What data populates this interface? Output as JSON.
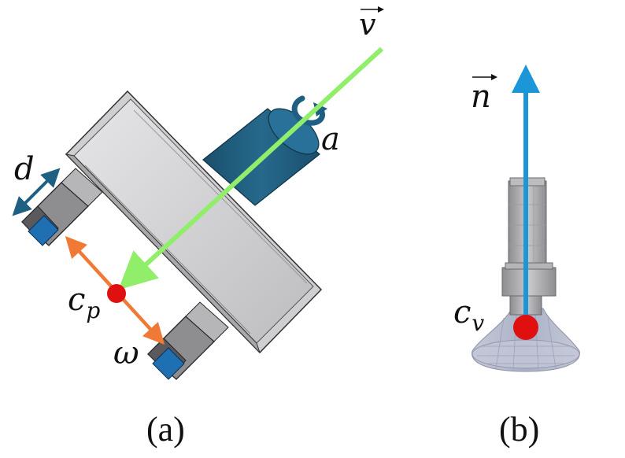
{
  "labels": {
    "v": "v",
    "a": "a",
    "d": "d",
    "cp_base": "c",
    "cp_sub": "p",
    "omega": "ω",
    "n": "n",
    "cv_base": "c",
    "cv_sub": "v"
  },
  "captions": {
    "a": "(a)",
    "b": "(b)"
  },
  "colors": {
    "green_arrow": "#90ee6a",
    "blue_arrow": "#1b96d6",
    "dark_blue": "#1f5f82",
    "orange": "#f07a35",
    "red_point": "#e01010",
    "gripper_body": "#d6d6d8",
    "suction_cup": "#b9bfd4"
  }
}
